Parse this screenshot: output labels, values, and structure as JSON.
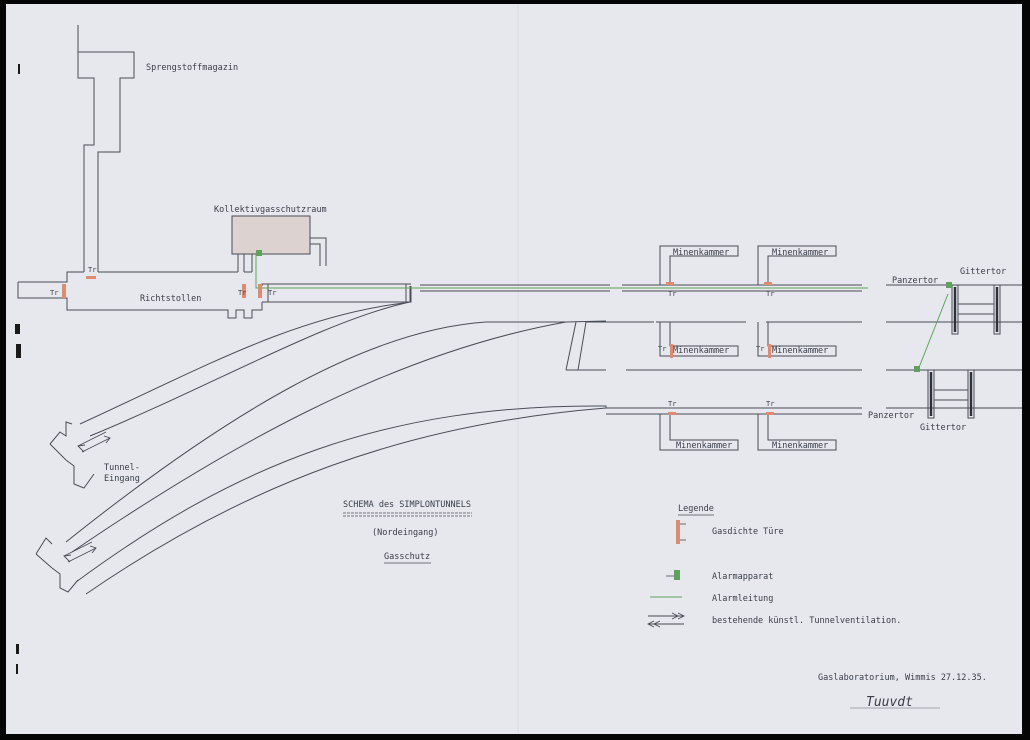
{
  "labels": {
    "sprengstoffmagazin": "Sprengstoffmagazin",
    "kollektiv": "Kollektivgasschutzraum",
    "richtstollen": "Richtstollen",
    "tunnel_eingang_1": "Tunnel-",
    "tunnel_eingang_2": "Eingang",
    "minenkammer": "Minenkammer",
    "panzertor": "Panzertor",
    "gittertor": "Gittertor"
  },
  "title": {
    "line1": "SCHEMA des SIMPLONTUNNELS",
    "line2": "(Nordeingang)",
    "line3": "Gasschutz"
  },
  "legend": {
    "heading": "Legende",
    "items": [
      {
        "symbol": "door",
        "text": "Gasdichte Türe"
      },
      {
        "symbol": "alarm",
        "text": "Alarmapparat"
      },
      {
        "symbol": "line",
        "text": "Alarmleitung"
      },
      {
        "symbol": "arrows",
        "text": "bestehende künstl. Tunnelventilation."
      }
    ]
  },
  "footer": {
    "issuer": "Gaslaboratorium, Wimmis 27.12.35.",
    "signature": "Tuuvdt"
  },
  "colors": {
    "paper": "#e6e8ed",
    "ink": "#4a4d57",
    "door": "#e08a6e",
    "alarm": "#5ea35c",
    "shelter_fill": "#dcd3d0"
  }
}
